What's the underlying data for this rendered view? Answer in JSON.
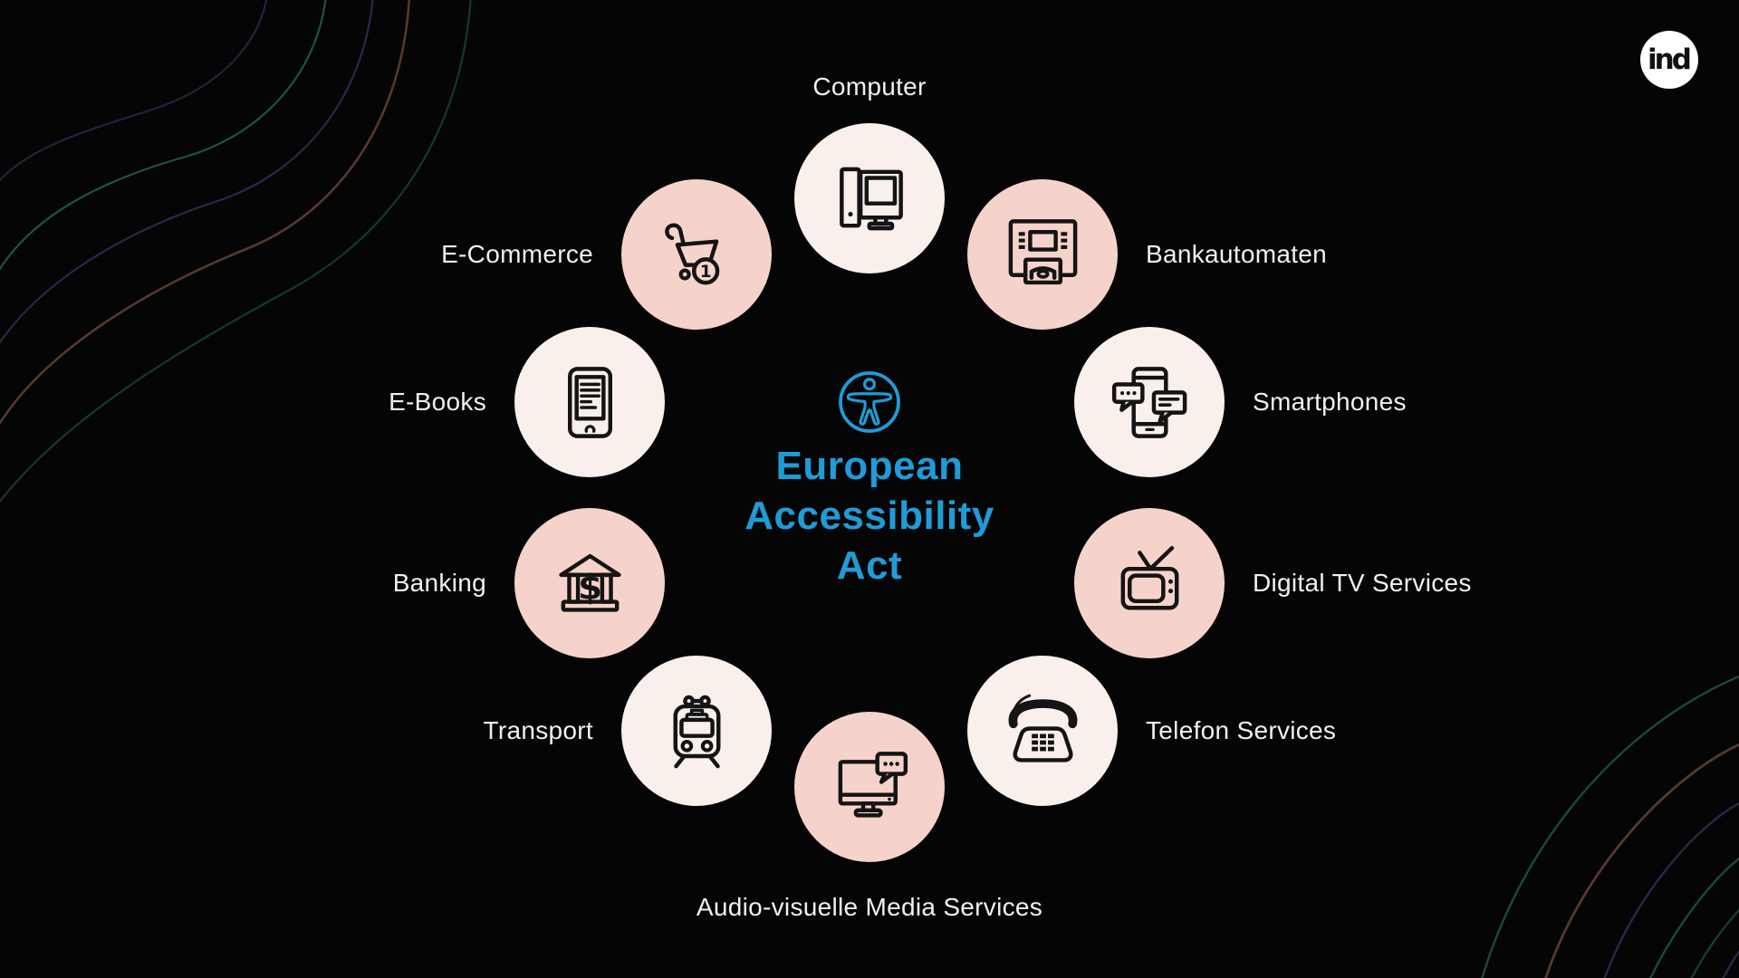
{
  "slide": {
    "title_lines": [
      "European",
      "Accessibility",
      "Act"
    ],
    "logo_text": "ind",
    "center_icon": "accessibility-icon"
  },
  "palette": {
    "background": "#050505",
    "accent": "#1F9CD8",
    "circle_light": "#FAF0EB",
    "circle_dark": "#F6D3CA",
    "icon_stroke": "#141414",
    "label_color": "#F2EFED",
    "wave_green": "#1C4A38",
    "wave_navy": "#27274A",
    "wave_maroon": "#55392F"
  },
  "items": [
    {
      "label": "Computer",
      "icon": "computer-icon",
      "tone": "light"
    },
    {
      "label": "Bankautomaten",
      "icon": "atm-icon",
      "tone": "dark"
    },
    {
      "label": "Smartphones",
      "icon": "smartphone-chat-icon",
      "tone": "light"
    },
    {
      "label": "Digital TV Services",
      "icon": "television-icon",
      "tone": "dark"
    },
    {
      "label": "Telefon Services",
      "icon": "telephone-icon",
      "tone": "light"
    },
    {
      "label": "Audio-visuelle Media Services",
      "icon": "monitor-chat-icon",
      "tone": "dark"
    },
    {
      "label": "Transport",
      "icon": "train-icon",
      "tone": "light"
    },
    {
      "label": "Banking",
      "icon": "bank-icon",
      "tone": "dark"
    },
    {
      "label": "E-Books",
      "icon": "e-reader-icon",
      "tone": "light"
    },
    {
      "label": "E-Commerce",
      "icon": "shopping-cart-icon",
      "tone": "dark"
    }
  ],
  "icon_glyphs": {
    "bank_dollar": "$",
    "cart_badge": "1"
  }
}
